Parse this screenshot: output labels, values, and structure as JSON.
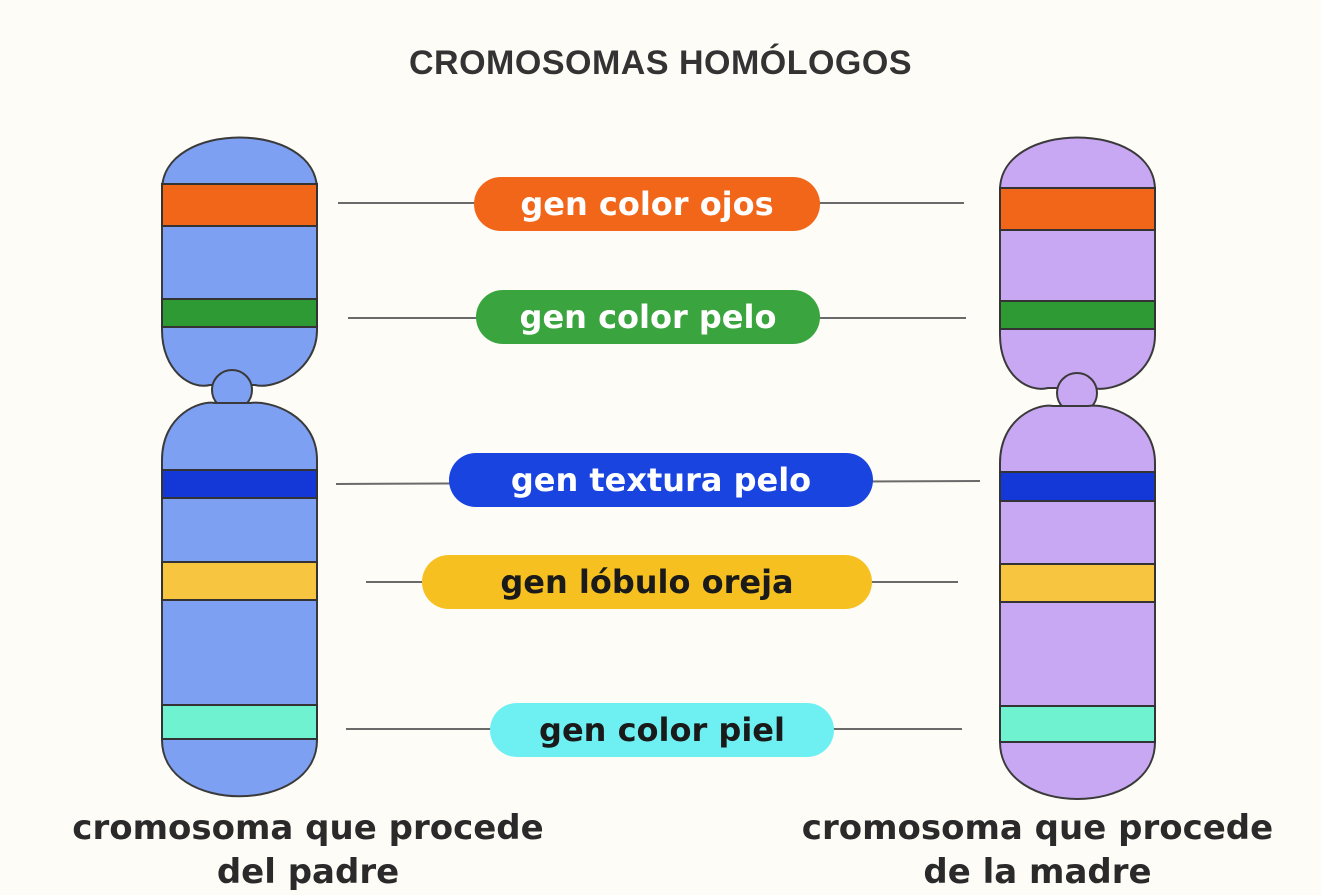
{
  "title": "CROMOSOMAS HOMÓLOGOS",
  "chromosomes": [
    {
      "caption_line1": "cromosoma que procede",
      "caption_line2": "del padre",
      "color": "#7ea0f2"
    },
    {
      "caption_line1": "cromosoma que procede",
      "caption_line2": "de la madre",
      "color": "#c8a8f2"
    }
  ],
  "genes": [
    {
      "label": "gen color ojos",
      "band_color": "#f2661a",
      "pill_color": "#f2661a",
      "text_color": "#ffffff"
    },
    {
      "label": "gen color pelo",
      "band_color": "#2e9a34",
      "pill_color": "#3aa53f",
      "text_color": "#ffffff"
    },
    {
      "label": "gen textura pelo",
      "band_color": "#1438d8",
      "pill_color": "#1a44e0",
      "text_color": "#ffffff"
    },
    {
      "label": "gen lóbulo oreja",
      "band_color": "#f8c540",
      "pill_color": "#f5c020",
      "text_color": "#1a1a1a"
    },
    {
      "label": "gen color piel",
      "band_color": "#6ef2d0",
      "pill_color": "#6ef0f2",
      "text_color": "#1a1a1a"
    }
  ]
}
